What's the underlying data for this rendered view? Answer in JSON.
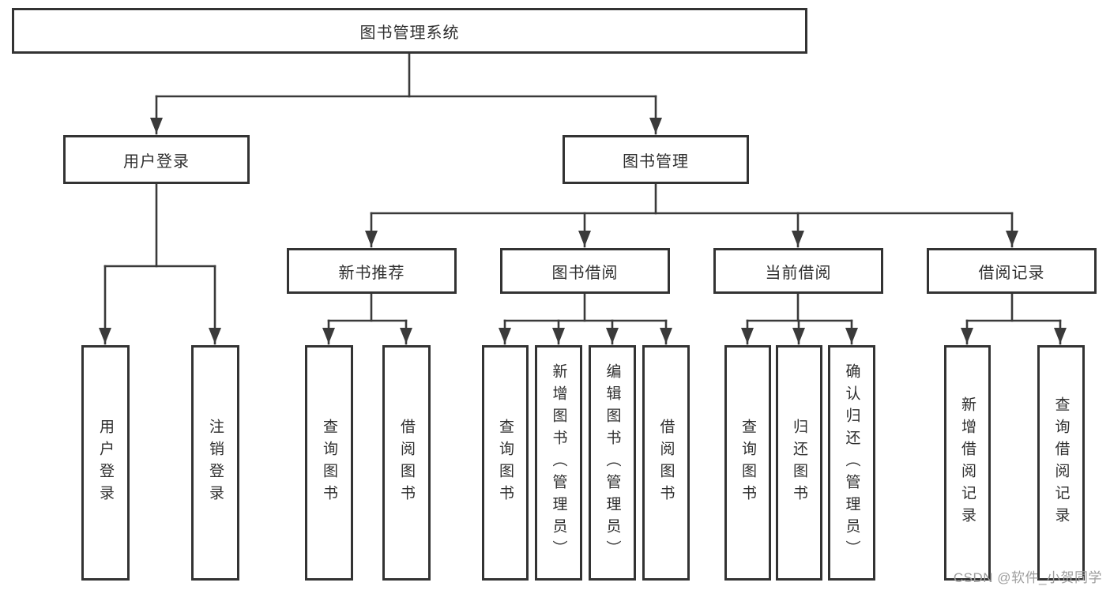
{
  "diagram_title": "图书管理系统",
  "tree": {
    "label": "图书管理系统",
    "children": [
      {
        "label": "用户登录",
        "children": [
          {
            "label": "用户登录"
          },
          {
            "label": "注销登录"
          }
        ]
      },
      {
        "label": "图书管理",
        "children": [
          {
            "label": "新书推荐",
            "children": [
              {
                "label": "查询图书"
              },
              {
                "label": "借阅图书"
              }
            ]
          },
          {
            "label": "图书借阅",
            "children": [
              {
                "label": "查询图书"
              },
              {
                "label": "新增图书（管理员）"
              },
              {
                "label": "编辑图书（管理员）"
              },
              {
                "label": "借阅图书"
              }
            ]
          },
          {
            "label": "当前借阅",
            "children": [
              {
                "label": "查询图书"
              },
              {
                "label": "归还图书"
              },
              {
                "label": "确认归还（管理员）"
              }
            ]
          },
          {
            "label": "借阅记录",
            "children": [
              {
                "label": "新增借阅记录"
              },
              {
                "label": "查询借阅记录"
              }
            ]
          }
        ]
      }
    ]
  },
  "watermark": {
    "text": "CSDN @软件_小贺同学"
  },
  "colors": {
    "line": "#3a3a3a",
    "box_border": "#333333",
    "box_fill": "#ffffff",
    "text": "#2f2f2f",
    "watermark": "#9e9e9e"
  }
}
